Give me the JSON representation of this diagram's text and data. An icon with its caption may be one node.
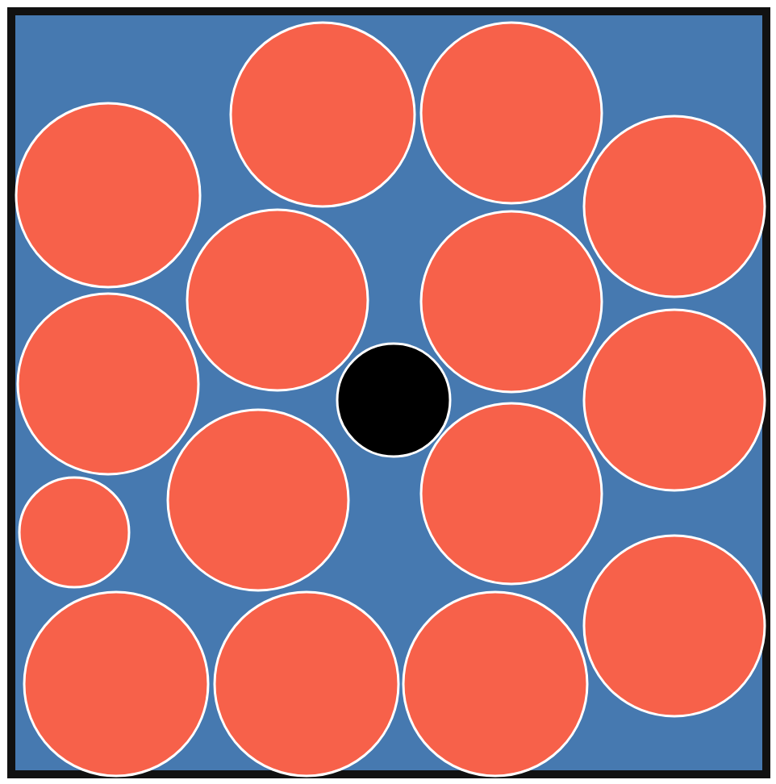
{
  "diagram": {
    "nodes": [
      {
        "text": [],
        "shape": "circle"
      },
      {
        "text": [],
        "shape": "circle"
      },
      {
        "text": [],
        "shape": "circle"
      },
      {
        "text": [],
        "shape": "circle"
      },
      {
        "text": [],
        "shape": "circle"
      },
      {
        "text": [],
        "shape": "circle"
      },
      {
        "text": [],
        "shape": "circle"
      },
      {
        "text": [],
        "shape": "circle"
      },
      {
        "text": [],
        "shape": "circle"
      },
      {
        "text": [],
        "shape": "circle"
      },
      {
        "text": [],
        "shape": "circle"
      },
      {
        "text": [],
        "shape": "circle"
      },
      {
        "text": [],
        "shape": "circle"
      },
      {
        "text": [],
        "shape": "circle"
      },
      {
        "text": [],
        "shape": "circle"
      },
      {
        "text": [],
        "shape": "circle"
      }
    ]
  }
}
